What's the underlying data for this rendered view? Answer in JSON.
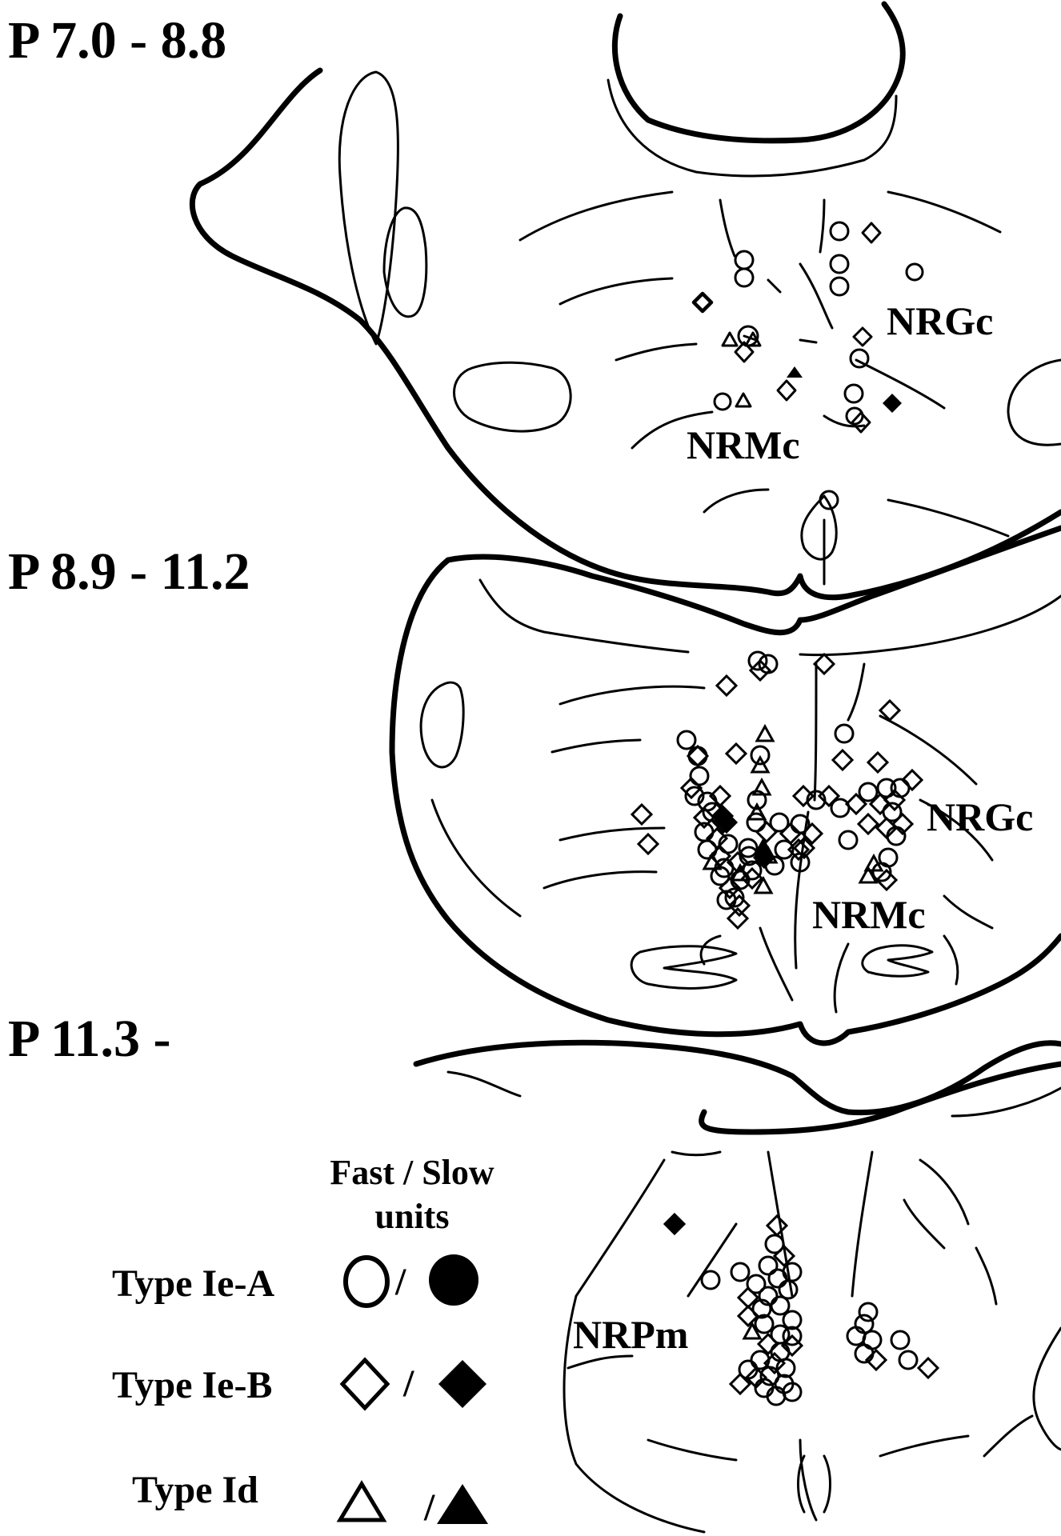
{
  "figure": {
    "levels": [
      {
        "label": "P 7.0 - 8.8",
        "regions": [
          "NRGc",
          "NRMc"
        ]
      },
      {
        "label": "P 8.9 - 11.2",
        "regions": [
          "NRGc",
          "NRMc"
        ]
      },
      {
        "label": "P 11.3 -",
        "regions": [
          "NRPm"
        ]
      }
    ],
    "legend": {
      "header_line1": "Fast / Slow",
      "header_line2": "units",
      "separator": "/",
      "rows": [
        {
          "label": "Type Ie-A",
          "symbol": "circle"
        },
        {
          "label": "Type Ie-B",
          "symbol": "diamond"
        },
        {
          "label": "Type Id",
          "symbol": "triangle"
        }
      ]
    },
    "colors": {
      "ink": "#000000",
      "paper": "#ffffff"
    }
  }
}
